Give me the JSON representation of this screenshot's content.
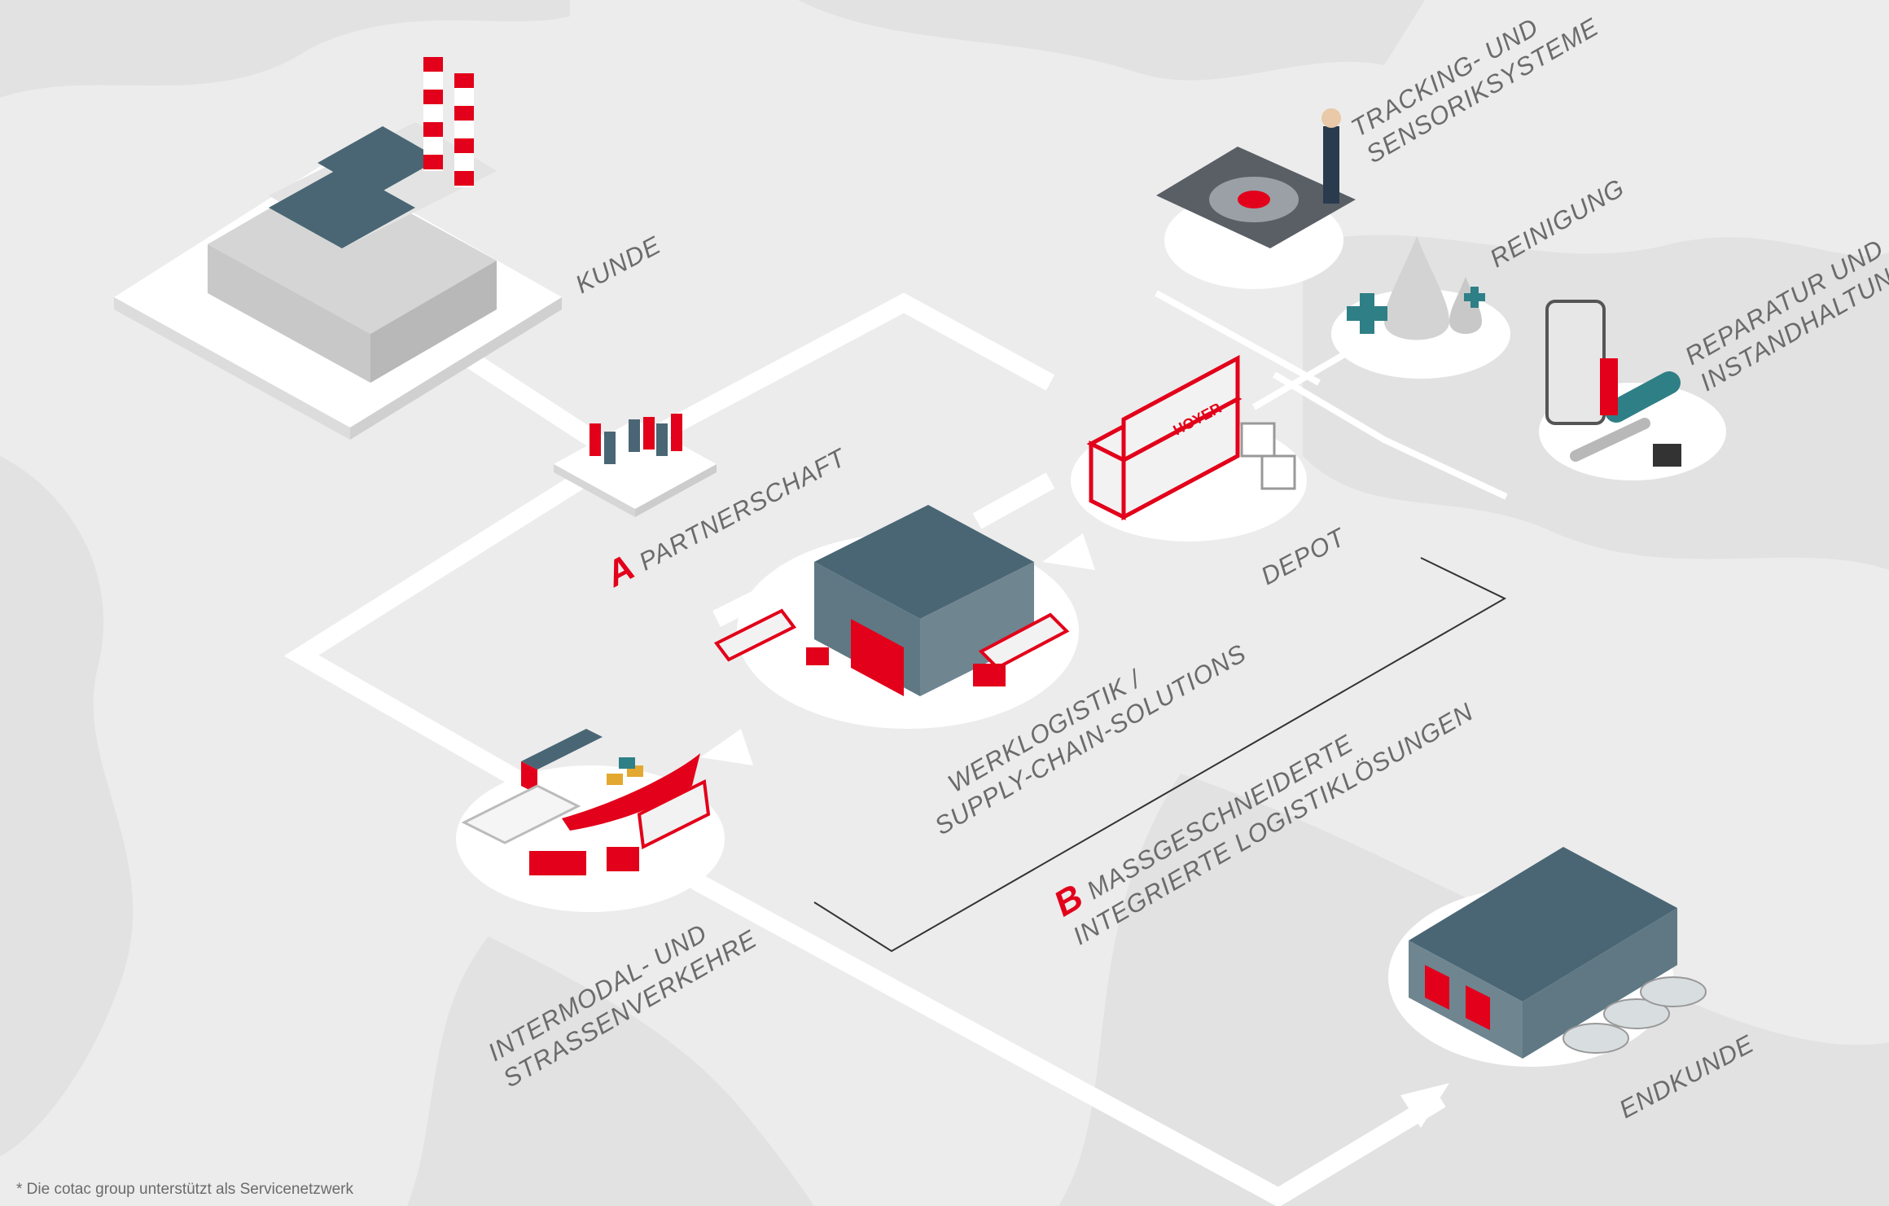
{
  "labels": {
    "kunde": "KUNDE",
    "tracking_1": "TRACKING- UND",
    "tracking_2": "SENSORIKSYSTEME",
    "reinigung": "REINIGUNG",
    "reparatur_1": "REPARATUR UND",
    "reparatur_2": "INSTANDHALTUNG",
    "partnerschaft_letter": "A",
    "partnerschaft": "PARTNERSCHAFT",
    "depot": "DEPOT",
    "werklogistik_1": "WERKLOGISTIK /",
    "werklogistik_2": "SUPPLY-CHAIN-SOLUTIONS",
    "massgeschneidert_letter": "B",
    "massgeschneidert_1": "MASSGESCHNEIDERTE",
    "massgeschneidert_2": "INTEGRIERTE LOGISTIKLÖSUNGEN",
    "intermodal_1": "INTERMODAL- UND",
    "intermodal_2": "STRASSENVERKEHRE",
    "endkunde": "ENDKUNDE"
  },
  "brand": {
    "container_text": "HOYER"
  },
  "footnote": "* Die cotac group unterstützt als Servicenetzwerk",
  "colors": {
    "accent_red": "#e2001a",
    "roof_blue": "#4a6674",
    "path_white": "#ffffff",
    "label_gray": "#6b6b6b",
    "background": "#ececec"
  }
}
